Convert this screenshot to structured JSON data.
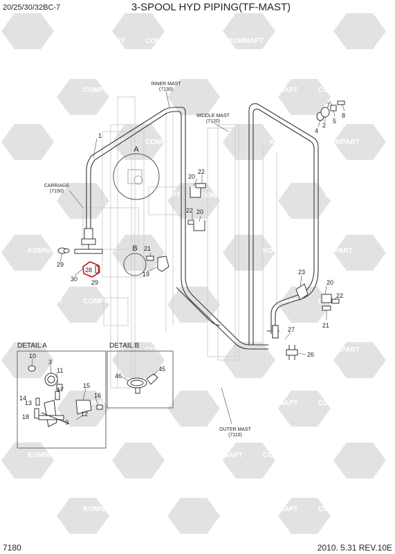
{
  "header": {
    "model": "20/25/30/32BC-7",
    "title": "3-SPOOL HYD PIPING(TF-MAST)"
  },
  "footer": {
    "page_code": "7180",
    "date_rev": "2010. 5.31  REV.10E"
  },
  "watermark": {
    "cyrillic": "KOMNAPT",
    "latin": "COMPART"
  },
  "assemblies": {
    "inner_mast": "INNER MAST",
    "inner_mast_code": "(7130)",
    "middle_mast": "MIDDLE MAST",
    "middle_mast_code": "(7120)",
    "carriage": "CARRIAGE",
    "carriage_code": "(7150)",
    "outer_mast": "OUTER MAST",
    "outer_mast_code": "(7110)"
  },
  "details": {
    "a_title": "DETAIL A",
    "b_title": "DETAIL B",
    "a_marker": "A",
    "b_marker": "B"
  },
  "callouts": {
    "c1": "1",
    "c2": "2",
    "c4": "4",
    "c5": "5",
    "c7": "7",
    "c8": "8",
    "c20a": "20",
    "c22a": "22",
    "c22b": "22",
    "c20b": "20",
    "c21": "21",
    "c19": "19",
    "c29a": "29",
    "c28": "28",
    "c30": "30",
    "c29b": "29",
    "c23": "23",
    "c20c": "20",
    "c22c": "22",
    "c21b": "21",
    "c27": "27",
    "c26": "26",
    "c10": "10",
    "c3": "3",
    "c11": "11",
    "c17": "17",
    "c14": "14",
    "c13": "13",
    "c15": "15",
    "c16": "16",
    "c18": "18",
    "c9": "9",
    "c12": "12",
    "c46": "46",
    "c45": "45"
  },
  "colors": {
    "line": "#333333",
    "faint": "#cfcfcf",
    "watermark_hex": "#dedede",
    "highlight": "#cc0000"
  }
}
